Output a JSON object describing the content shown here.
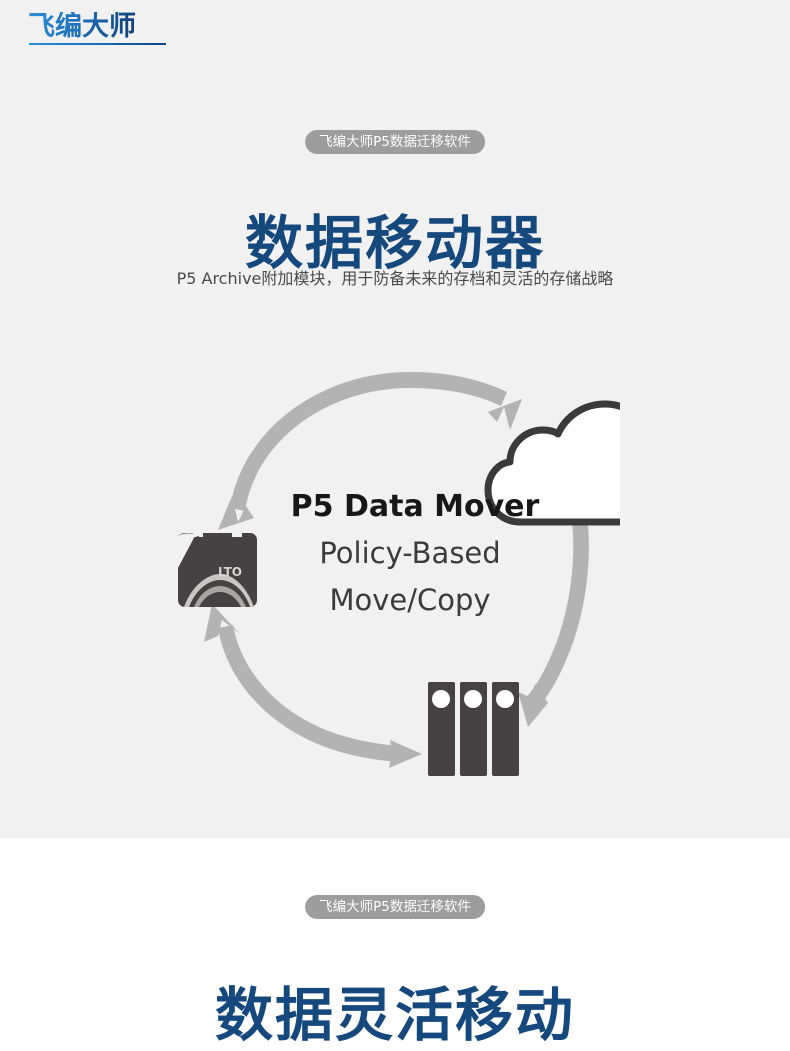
{
  "page": {
    "background_top": "#f1f1f1",
    "background_bottom": "#ffffff",
    "accent_navy": "#15497e",
    "badge_gray": "#9d9d9d",
    "arrow_gray": "#b3b3b3",
    "device_dark": "#464142"
  },
  "header": {
    "logo_text": "飞编大师"
  },
  "hero": {
    "badge": "飞编大师P5数据迁移软件",
    "title": "数据移动器",
    "subtitle": "P5 Archive附加模块，用于防备未来的存档和灵活的存储战略"
  },
  "diagram": {
    "center_line1": "P5 Data Mover",
    "center_line2": "Policy-Based",
    "center_line3": "Move/Copy",
    "tape_label": "LTO",
    "nodes": [
      {
        "name": "lto-tape-cartridge",
        "position": "left"
      },
      {
        "name": "cloud-storage",
        "position": "top-right"
      },
      {
        "name": "disk-array",
        "position": "bottom-right"
      }
    ],
    "arrows": [
      {
        "name": "arc-tape-to-cloud",
        "from": "lto-tape-cartridge",
        "to": "cloud-storage",
        "bidirectional": true
      },
      {
        "name": "arc-cloud-to-disk",
        "from": "cloud-storage",
        "to": "disk-array",
        "bidirectional": true
      },
      {
        "name": "arc-disk-to-tape",
        "from": "disk-array",
        "to": "lto-tape-cartridge",
        "bidirectional": true
      }
    ]
  },
  "section_two": {
    "badge": "飞编大师P5数据迁移软件",
    "title": "数据灵活移动"
  }
}
